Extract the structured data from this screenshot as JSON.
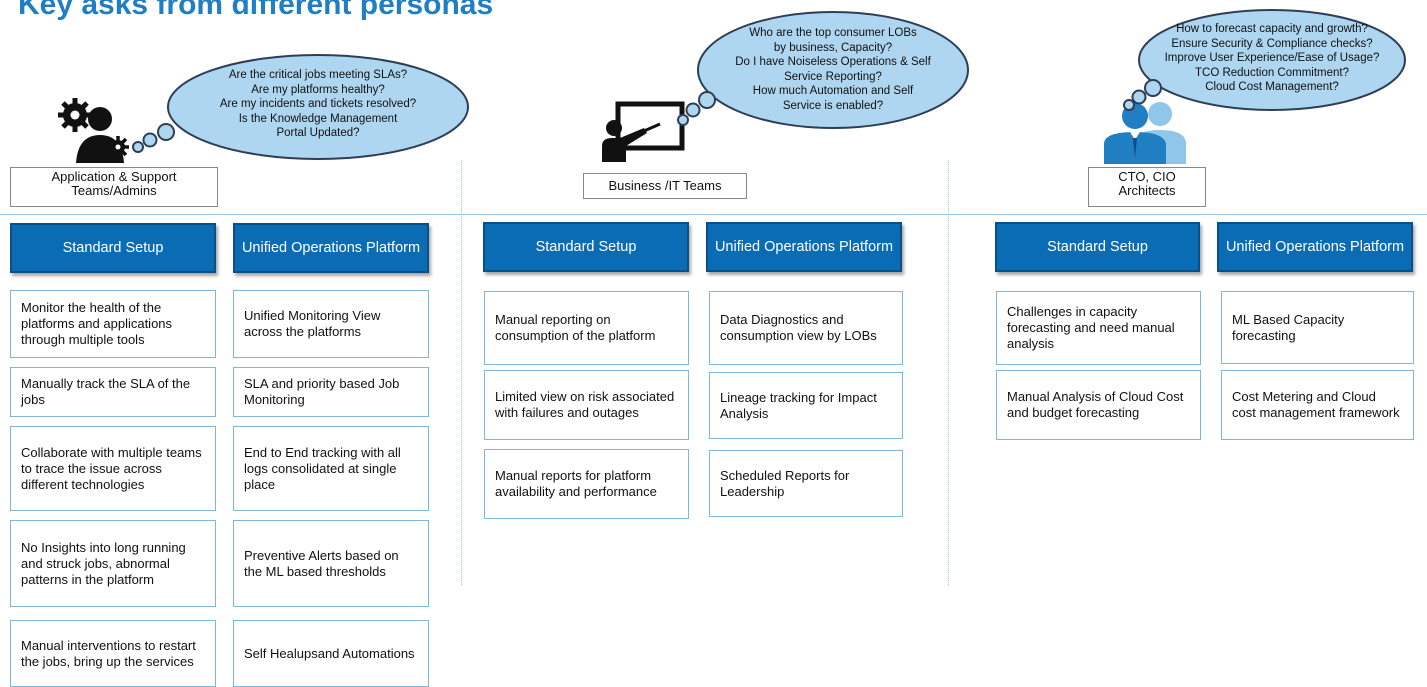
{
  "title": "Key asks from different personas",
  "colors": {
    "accent": "#1f7fc2",
    "header_fill": "#0b6cb6",
    "cloud_fill": "#aed6f1",
    "card_border": "#7fb6dc"
  },
  "personas": [
    {
      "icon": "gear-person-icon",
      "label": "Application & Support Teams/Admins",
      "cloud": "Are the critical jobs meeting SLAs?\nAre my platforms healthy?\nAre my incidents and tickets resolved?\nIs the Knowledge Management\nPortal Updated?",
      "headers": {
        "standard": "Standard Setup",
        "unified": "Unified Operations Platform"
      },
      "standard": [
        "Monitor the health of the platforms and applications through multiple tools",
        "Manually track the SLA of the jobs",
        "Collaborate with multiple teams to trace the issue across different technologies",
        "No Insights into long running and struck jobs, abnormal patterns in the platform",
        "Manual interventions to restart the jobs, bring up the services"
      ],
      "unified": [
        "Unified Monitoring View across the platforms",
        "SLA and priority based Job Monitoring",
        "End to End tracking with all logs consolidated at single place",
        "Preventive Alerts based on the ML based thresholds",
        "Self Healupsand Automations"
      ]
    },
    {
      "icon": "presenter-icon",
      "label": "Business /IT Teams",
      "cloud": "Who are the top consumer LOBs\nby business, Capacity?\nDo I have Noiseless Operations & Self\nService Reporting?\nHow much Automation and Self\nService is enabled?",
      "headers": {
        "standard": "Standard Setup",
        "unified": "Unified Operations Platform"
      },
      "standard": [
        "Manual reporting on consumption of the platform",
        "Limited view on risk associated with failures and outages",
        "Manual reports for platform availability and performance"
      ],
      "unified": [
        "Data Diagnostics and consumption view by LOBs",
        "Lineage tracking for Impact Analysis",
        "Scheduled Reports for Leadership"
      ]
    },
    {
      "icon": "executives-icon",
      "label": "CTO, CIO Architects",
      "cloud": "How to forecast capacity and growth?\nEnsure Security & Compliance checks?\nImprove User Experience/Ease of Usage?\nTCO Reduction Commitment?\nCloud Cost Management?",
      "headers": {
        "standard": "Standard Setup",
        "unified": "Unified Operations Platform"
      },
      "standard": [
        "Challenges in capacity forecasting and need manual analysis",
        "Manual Analysis of Cloud Cost and budget forecasting"
      ],
      "unified": [
        "ML Based Capacity forecasting",
        "Cost Metering and Cloud cost management framework"
      ]
    }
  ]
}
